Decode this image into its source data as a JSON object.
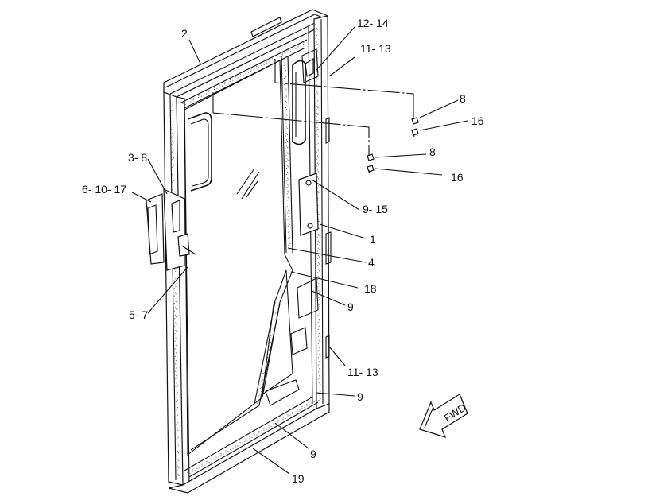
{
  "figure": {
    "direction_arrow": {
      "label": "FWD",
      "icon": "forward-arrow-icon"
    },
    "callouts": [
      {
        "id": "c-2",
        "label": "2"
      },
      {
        "id": "c-12-14",
        "label": "12- 14"
      },
      {
        "id": "c-11-13-top",
        "label": "11- 13"
      },
      {
        "id": "c-8-a",
        "label": "8"
      },
      {
        "id": "c-16-a",
        "label": "16"
      },
      {
        "id": "c-8-b",
        "label": "8"
      },
      {
        "id": "c-16-b",
        "label": "16"
      },
      {
        "id": "c-3-8",
        "label": "3- 8"
      },
      {
        "id": "c-6-10-17",
        "label": "6- 10- 17"
      },
      {
        "id": "c-9-15",
        "label": "9- 15"
      },
      {
        "id": "c-1",
        "label": "1"
      },
      {
        "id": "c-4",
        "label": "4"
      },
      {
        "id": "c-18",
        "label": "18"
      },
      {
        "id": "c-5-7",
        "label": "5- 7"
      },
      {
        "id": "c-9-a",
        "label": "9"
      },
      {
        "id": "c-11-13-bot",
        "label": "11- 13"
      },
      {
        "id": "c-9-b",
        "label": "9"
      },
      {
        "id": "c-9-c",
        "label": "9"
      },
      {
        "id": "c-19",
        "label": "19"
      }
    ]
  }
}
